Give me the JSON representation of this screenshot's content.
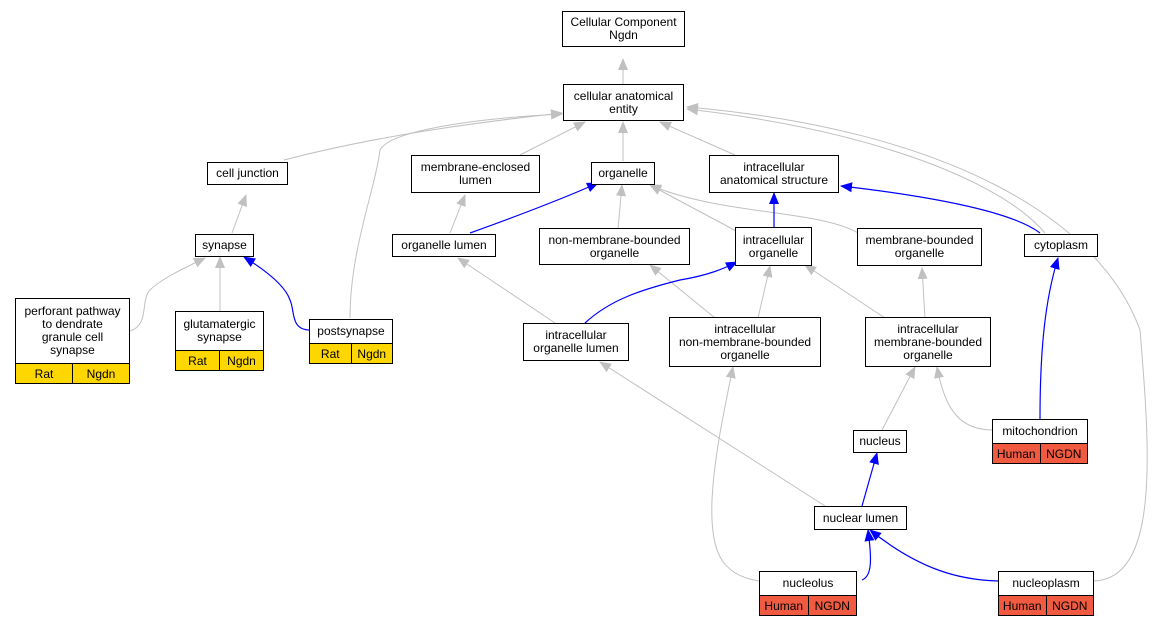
{
  "colors": {
    "gray_edge": "#c0c0c0",
    "blue_edge": "#0000ff",
    "rat_fill": "#ffd700",
    "human_fill": "#f05a40"
  },
  "nodes": {
    "root": {
      "label": "Cellular Component\nNgdn"
    },
    "cae": {
      "label": "cellular anatomical\nentity"
    },
    "cj": {
      "label": "cell junction"
    },
    "mel": {
      "label": "membrane-enclosed\nlumen"
    },
    "org": {
      "label": "organelle"
    },
    "ias": {
      "label": "intracellular\nanatomical structure"
    },
    "syn": {
      "label": "synapse"
    },
    "orgl": {
      "label": "organelle lumen"
    },
    "nmbo": {
      "label": "non-membrane-bounded\norganelle"
    },
    "io": {
      "label": "intracellular\norganelle"
    },
    "mbo": {
      "label": "membrane-bounded\norganelle"
    },
    "cyto": {
      "label": "cytoplasm"
    },
    "perf": {
      "label": "perforant pathway\nto dendrate\ngranule cell\nsynapse",
      "ann": [
        "Rat",
        "Ngdn"
      ]
    },
    "glu": {
      "label": "glutamatergic\nsynapse",
      "ann": [
        "Rat",
        "Ngdn"
      ]
    },
    "post": {
      "label": "postsynapse",
      "ann": [
        "Rat",
        "Ngdn"
      ]
    },
    "iol": {
      "label": "intracellular\norganelle lumen"
    },
    "inmbo": {
      "label": "intracellular\nnon-membrane-bounded\norganelle"
    },
    "imbo": {
      "label": "intracellular\nmembrane-bounded\norganelle"
    },
    "nuc": {
      "label": "nucleus"
    },
    "mito": {
      "label": "mitochondrion",
      "ann": [
        "Human",
        "NGDN"
      ]
    },
    "nl": {
      "label": "nuclear lumen"
    },
    "nucleolus": {
      "label": "nucleolus",
      "ann": [
        "Human",
        "NGDN"
      ]
    },
    "np": {
      "label": "nucleoplasm",
      "ann": [
        "Human",
        "NGDN"
      ]
    }
  }
}
